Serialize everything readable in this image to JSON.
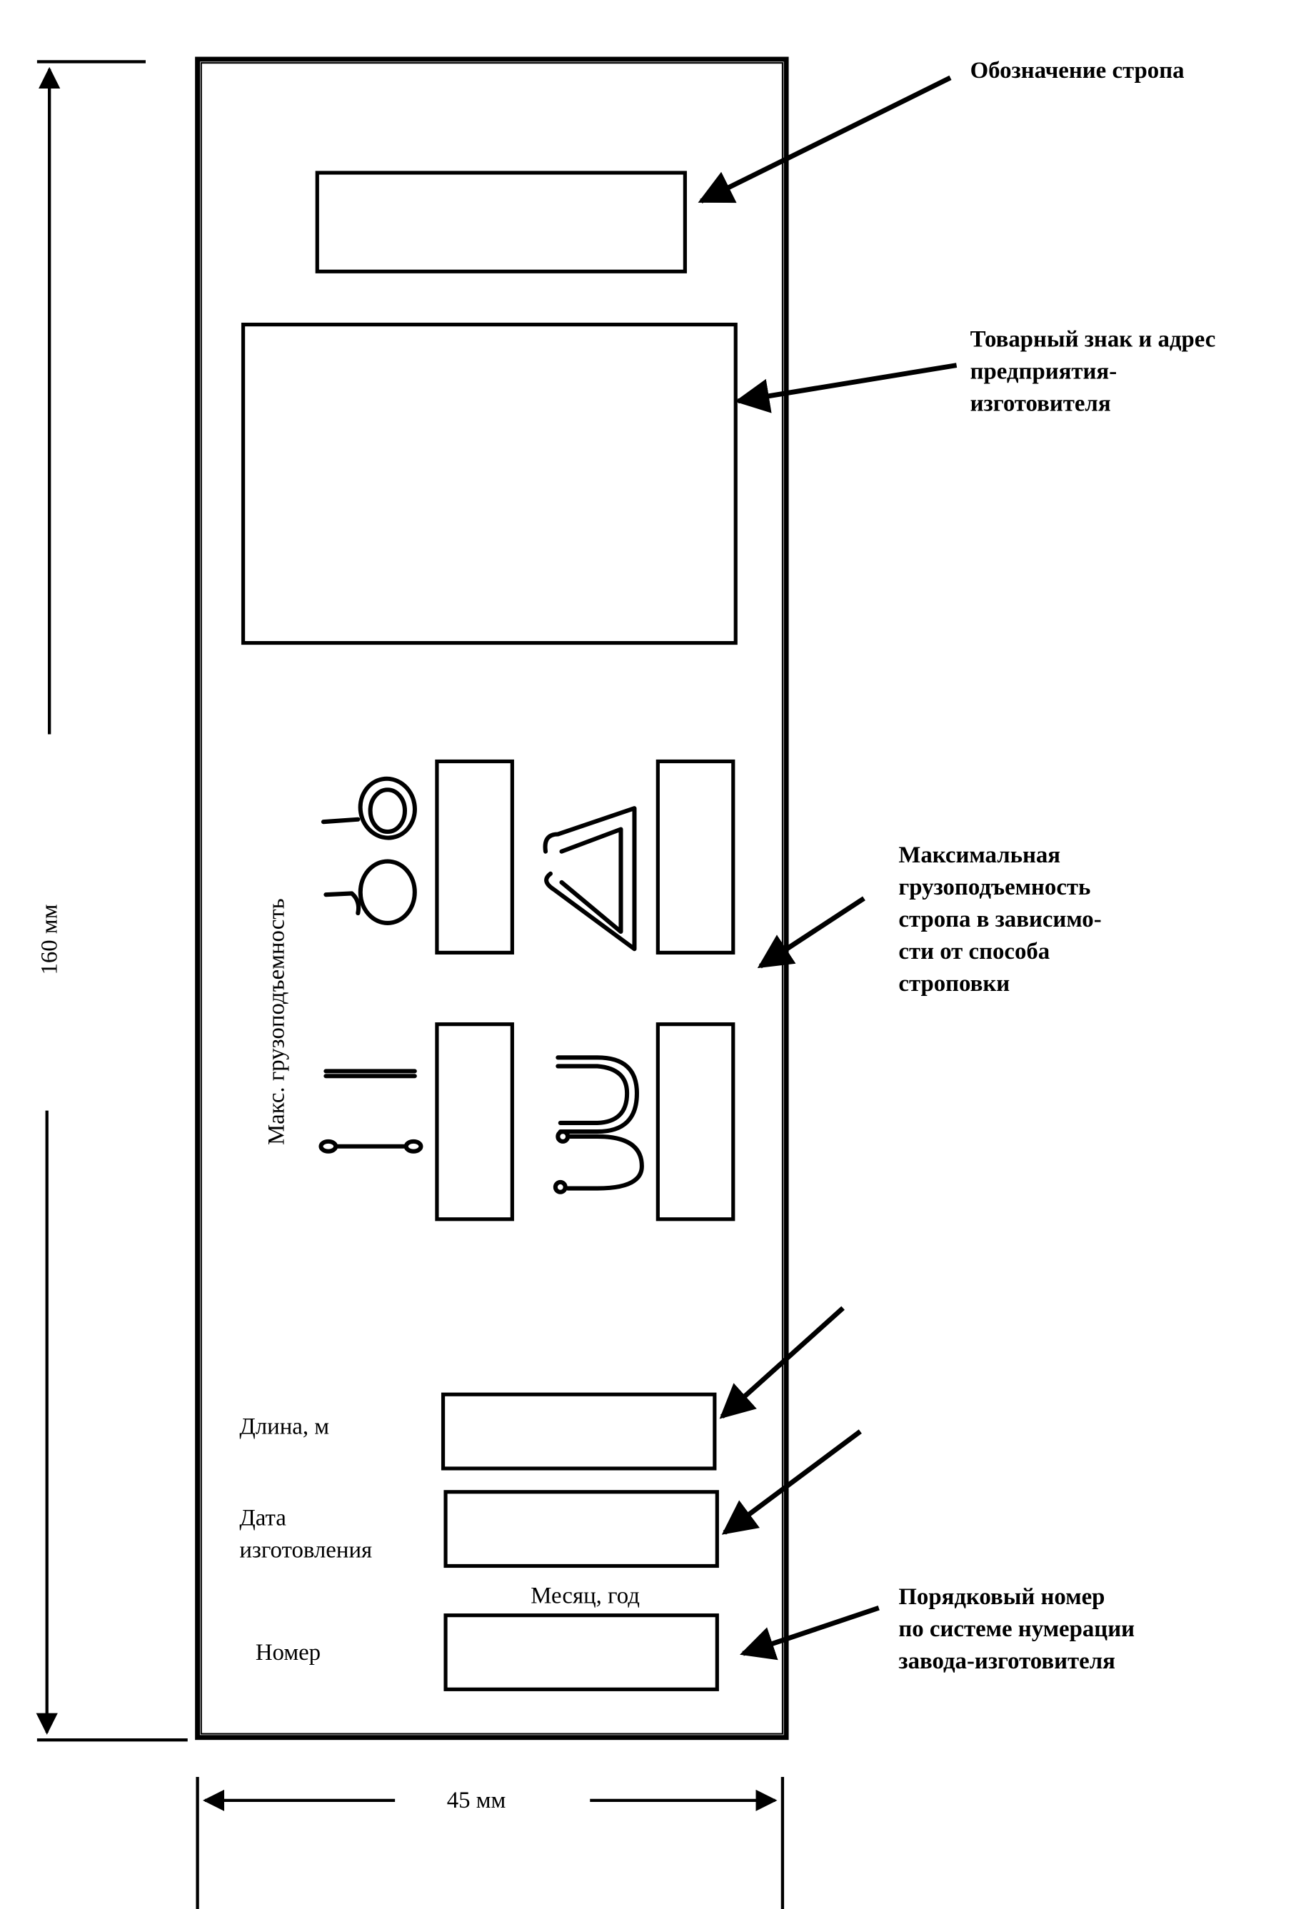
{
  "diagram": {
    "subject": "Sling tag (бирка стропа)",
    "dimensions": {
      "height_label": "160 мм",
      "width_label": "45 мм"
    },
    "callouts": {
      "designation": [
        "Обозначение стропа"
      ],
      "trademark": [
        "Товарный знак и адрес",
        "предприятия-",
        "изготовителя"
      ],
      "capacity": [
        "Максимальная",
        "грузоподъемность",
        "стропа в зависимо-",
        "сти от способа",
        "строповки"
      ],
      "serial": [
        "Порядковый номер",
        "по системе нумерации",
        "завода-изготовителя"
      ]
    },
    "tag_fields": {
      "capacity_label": "Макс. грузоподъемность",
      "length_label": "Длина, м",
      "date_label": [
        "Дата",
        "изготовления"
      ],
      "date_hint": "Месяц, год",
      "number_label": "Номер"
    },
    "icons": [
      "choke-hitch-icon",
      "basket-triangle-hitch-icon",
      "straight-vertical-hitch-icon",
      "u-basket-hitch-icon"
    ]
  }
}
